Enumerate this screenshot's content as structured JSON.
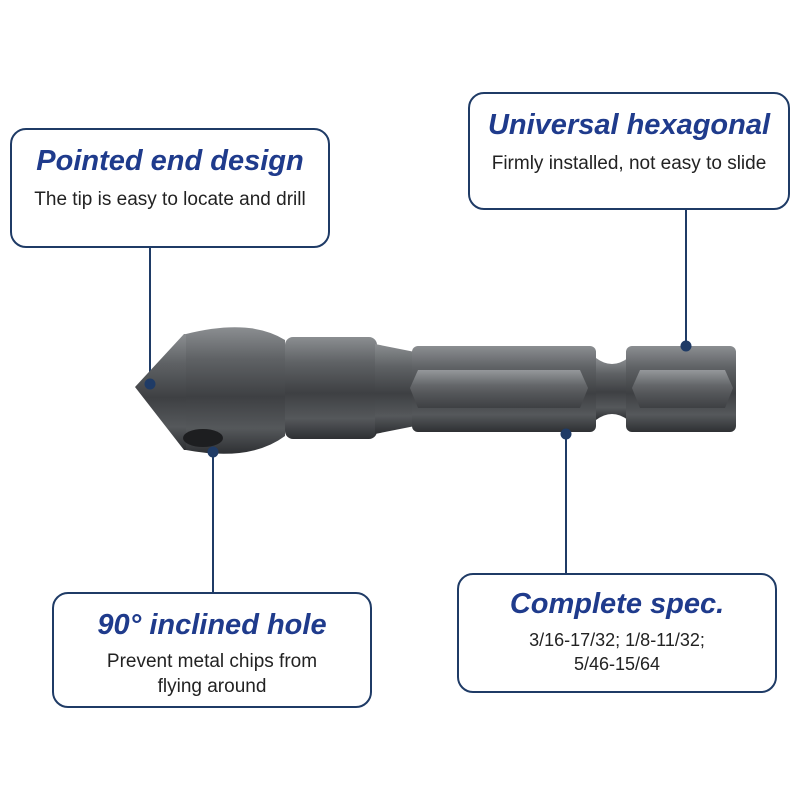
{
  "callouts": {
    "pointed": {
      "title": "Pointed end design",
      "text": "The tip is easy to locate and drill"
    },
    "hexagonal": {
      "title": "Universal hexagonal",
      "text": "Firmly installed, not easy to slide"
    },
    "hole": {
      "title": "90° inclined hole",
      "line1": "Prevent metal chips from",
      "line2": "flying around"
    },
    "spec": {
      "title": "Complete spec.",
      "line1": "3/16-17/32; 1/8-11/32;",
      "line2": "5/46-15/64"
    }
  },
  "colors": {
    "accent": "#1f3b8c",
    "border": "#1f3b66",
    "metal": "#5a5d60"
  }
}
